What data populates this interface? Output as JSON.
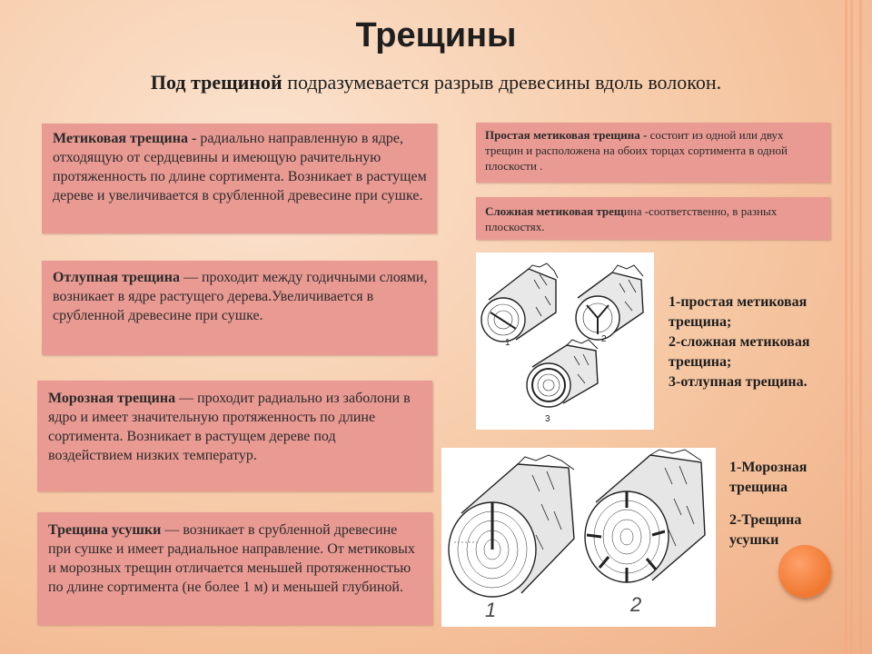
{
  "title": "Трещины",
  "subtitle": {
    "bold": "Под трещиной",
    "rest": " подразумевается разрыв древесины вдоль волокон."
  },
  "boxes": {
    "metik": {
      "term": "Метиковая трещина -",
      "text": " радиально направленную в ядре, отходящую от сердцевины и имеющую рачительную протяженность по длине сортимента. Возникает в растущем дереве и увеличивается в срубленной древесине при сушке."
    },
    "otlup": {
      "term": "Отлупная трещина",
      "text": " — проходит между годичными слоями, возникает в ядре растущего дерева.Увеличивается в срубленной древесине при сушке."
    },
    "moroz": {
      "term": "Морозная трещина",
      "text": " — проходит радиально из заболони в ядро и имеет значительную протяженность по длине сортимента. Возникает в растущем дереве под воздействием низких температур."
    },
    "usush": {
      "term": "Трещина усушки",
      "text": " — возникает в срубленной древесине при сушке и имеет радиальное направление. От метиковых и морозных трещин отличается меньшей протяженностью по длине сортимента (не более 1 м) и меньшей глубиной."
    },
    "prostaya": {
      "term": "Простая метиковая трещина -",
      "text": " состоит из одной или двух трещин и расположена на обоих торцах сортимента в одной плоскости ."
    },
    "slozhnaya": {
      "term": "Сложная метиковая трещ",
      "text": "ина -соответственно, в разных плоскостях."
    }
  },
  "figure1": {
    "labels": [
      "1",
      "2",
      "3"
    ],
    "caption": [
      "1-простая метиковая",
      "трещина;",
      "2-сложная метиковая",
      "трещина;",
      "3-отлупная трещина."
    ]
  },
  "figure2": {
    "labels": [
      "1",
      "2"
    ],
    "caption": [
      "1-Морозная",
      "трещина",
      "",
      "2-Трещина",
      "усушки"
    ]
  },
  "colors": {
    "box": "#e99a93",
    "background": "#f6c8a4",
    "accent_circle": "#f0782f"
  }
}
